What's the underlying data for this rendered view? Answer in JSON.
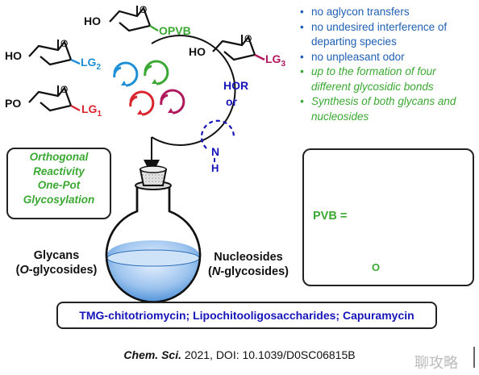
{
  "colors": {
    "blue": "#1f5fb3",
    "green": "#3aa832",
    "red": "#d9252f",
    "navy": "#1515b8",
    "magenta": "#b0185c"
  },
  "sugars": {
    "top": {
      "left": "HO",
      "right": "OPVB"
    },
    "lg2": {
      "left": "HO",
      "right": "LG",
      "sub": "2"
    },
    "lg3": {
      "left": "HO",
      "right": "LG",
      "sub": "3"
    },
    "lg1": {
      "left": "PO",
      "right": "LG",
      "sub": "1"
    }
  },
  "acceptor": {
    "hor": "HOR",
    "or": "or",
    "n": "N",
    "h": "H"
  },
  "bullets": [
    {
      "text": "no aglycon transfers",
      "style": "blue"
    },
    {
      "text": "no undesired interference of departing species",
      "style": "blue"
    },
    {
      "text": "no unpleasant odor",
      "style": "blue"
    },
    {
      "text": "up to the formation of four different glycosidic bonds",
      "style": "green"
    },
    {
      "text": "Synthesis of both glycans and nucleosides",
      "style": "green"
    }
  ],
  "orthogonal": [
    "Orthogonal",
    "Reactivity",
    "One-Pot",
    "Glycosylation"
  ],
  "products": {
    "glycans": "Glycans",
    "glycans_sub_prefix": "(",
    "glycans_sub_italic": "O",
    "glycans_sub_rest": "-glycosides)",
    "nucleosides": "Nucleosides",
    "nucleosides_sub_prefix": "(",
    "nucleosides_sub_italic": "N",
    "nucleosides_sub_rest": "-glycosides)"
  },
  "pvb": {
    "label": "PVB =",
    "o": "O"
  },
  "bottom_text": "TMG-chitotriomycin; Lipochitooligosaccharides; Capuramycin",
  "citation": {
    "journal": "Chem. Sci.",
    "rest": " 2021, DOI: 10.1039/D0SC06815B"
  },
  "watermark": "聊攻略"
}
